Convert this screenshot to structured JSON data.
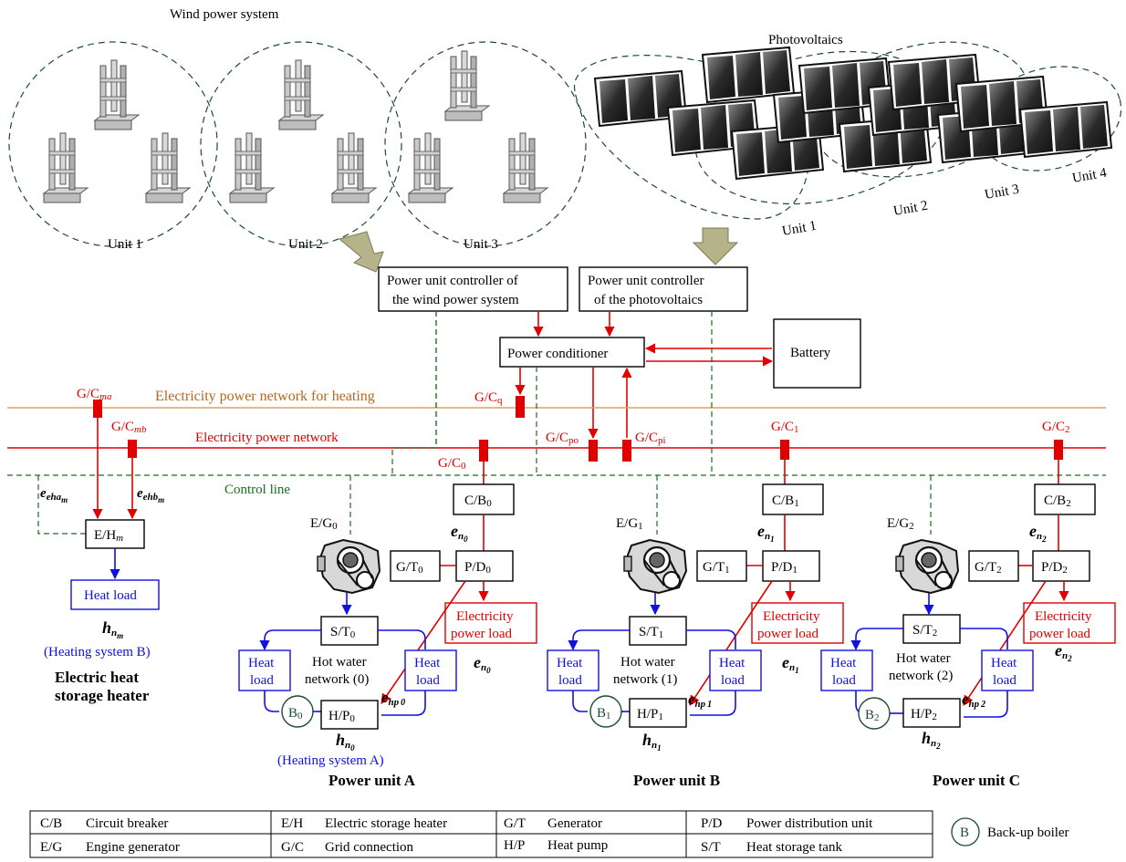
{
  "wind": {
    "title": "Wind power system",
    "unit1": "Unit 1",
    "unit2": "Unit 2",
    "unit3": "Unit 3"
  },
  "pv": {
    "title": "Photovoltaics",
    "unit1": "Unit 1",
    "unit2": "Unit 2",
    "unit3": "Unit 3",
    "unit4": "Unit 4"
  },
  "controllers": {
    "wind_line1": "Power unit controller of",
    "wind_line2": "the wind power system",
    "pv_line1": "Power unit controller",
    "pv_line2": "of the photovoltaics"
  },
  "center": {
    "conditioner": "Power conditioner",
    "battery": "Battery"
  },
  "networks": {
    "heating": "Electricity power network for heating",
    "electricity": "Electricity power network",
    "control": "Control line"
  },
  "grid": {
    "gc_ma": "G/C",
    "gc_ma_sub": "ma",
    "gc_mb": "G/C",
    "gc_mb_sub": "mb",
    "gc_q": "G/C",
    "gc_q_sub": "q",
    "gc_0": "G/C",
    "gc_0_sub": "0",
    "gc_po": "G/C",
    "gc_po_sub": "po",
    "gc_pi": "G/C",
    "gc_pi_sub": "pi",
    "gc_1": "G/C",
    "gc_1_sub": "1",
    "gc_2": "G/C",
    "gc_2_sub": "2"
  },
  "heater": {
    "eha": "e",
    "eha_sub": "eha",
    "ehb": "e",
    "ehb_sub": "ehb",
    "sub_m": "m",
    "eh_box": "E/H",
    "eh_sub": "m",
    "heat_load": "Heat load",
    "h_sym": "h",
    "h_sub": "n",
    "system": "(Heating system B)",
    "title_line1": "Electric heat",
    "title_line2": "storage heater"
  },
  "unitA": {
    "cb": "C/B",
    "idx": "0",
    "eg": "E/G",
    "gt": "G/T",
    "pd": "P/D",
    "st": "S/T",
    "hp": "H/P",
    "b": "B",
    "e_n": "e",
    "n": "n",
    "elec_load1": "Electricity",
    "elec_load2": "power load",
    "heat1": "Heat",
    "heat2": "load",
    "net1": "Hot water",
    "net2": "network (0)",
    "e_hp": "e",
    "hp_sub": "hp",
    "h": "h",
    "system": "(Heating system A)",
    "title": "Power unit A"
  },
  "unitB": {
    "cb": "C/B",
    "idx": "1",
    "eg": "E/G",
    "gt": "G/T",
    "pd": "P/D",
    "st": "S/T",
    "hp": "H/P",
    "b": "B",
    "e_n": "e",
    "n": "n",
    "elec_load1": "Electricity",
    "elec_load2": "power load",
    "heat1": "Heat",
    "heat2": "load",
    "net1": "Hot water",
    "net2": "network (1)",
    "e_hp": "e",
    "hp_sub": "hp",
    "h": "h",
    "title": "Power unit B"
  },
  "unitC": {
    "cb": "C/B",
    "idx": "2",
    "eg": "E/G",
    "gt": "G/T",
    "pd": "P/D",
    "st": "S/T",
    "hp": "H/P",
    "b": "B",
    "e_n": "e",
    "n": "n",
    "elec_load1": "Electricity",
    "elec_load2": "power load",
    "heat1": "Heat",
    "heat2": "load",
    "net1": "Hot water",
    "net2": "network (2)",
    "e_hp": "e",
    "hp_sub": "hp",
    "h": "h",
    "title": "Power unit C"
  },
  "legend": {
    "cb_abbr": "C/B",
    "cb_text": "Circuit breaker",
    "eg_abbr": "E/G",
    "eg_text": "Engine generator",
    "eh_abbr": "E/H",
    "eh_text": "Electric storage heater",
    "gc_abbr": "G/C",
    "gc_text": "Grid connection",
    "gt_abbr": "G/T",
    "gt_text": "Generator",
    "hp_abbr": "H/P",
    "hp_text": "Heat pump",
    "pd_abbr": "P/D",
    "pd_text": "Power distribution unit",
    "st_abbr": "S/T",
    "st_text": "Heat storage tank",
    "b_abbr": "B",
    "b_text": "Back-up boiler"
  },
  "colors": {
    "electric": "#e00000",
    "heat": "#1010e0",
    "control": "#1a6e1a",
    "heating_network": "#d9a066"
  }
}
